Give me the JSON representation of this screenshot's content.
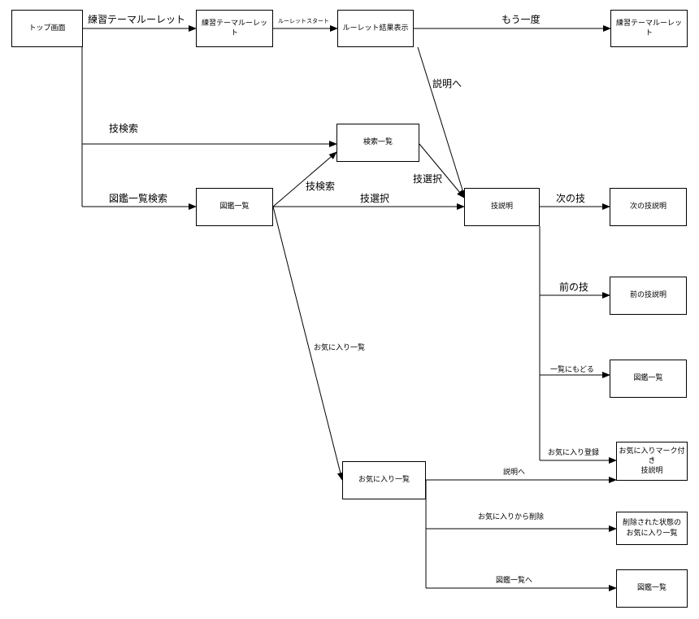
{
  "nodes": {
    "top": "トップ画面",
    "practice": "練習テーマルーレット",
    "result": "ルーレット結果表示",
    "practice2": "練習テーマルーレット",
    "search_list": "検索一覧",
    "zukan": "図鑑一覧",
    "detail": "技説明",
    "next_detail": "次の技説明",
    "prev_detail": "前の技説明",
    "zukan_back": "図鑑一覧",
    "fav_mark": "お気に入りマーク付き\n技説明",
    "fav_list": "お気に入り一覧",
    "deleted_fav": "削除された状態の\nお気に入り一覧",
    "zukan_end": "図鑑一覧"
  },
  "edges": {
    "to_practice": "練習テーマルーレット",
    "roulette_start": "ルーレットスタート",
    "again": "もう一度",
    "to_explain": "説明へ",
    "skill_search": "技検索",
    "zukan_search": "図鑑一覧検索",
    "skill_search2": "技検索",
    "skill_select": "技選択",
    "skill_select2": "技選択",
    "next_skill": "次の技",
    "prev_skill": "前の技",
    "back_zukan": "一覧にもどる",
    "fav_register": "お気に入り登録",
    "fav_list_edge": "お気に入り一覧",
    "explain2": "説明へ",
    "fav_delete": "お気に入りから削除",
    "to_zukan": "図鑑一覧へ"
  }
}
